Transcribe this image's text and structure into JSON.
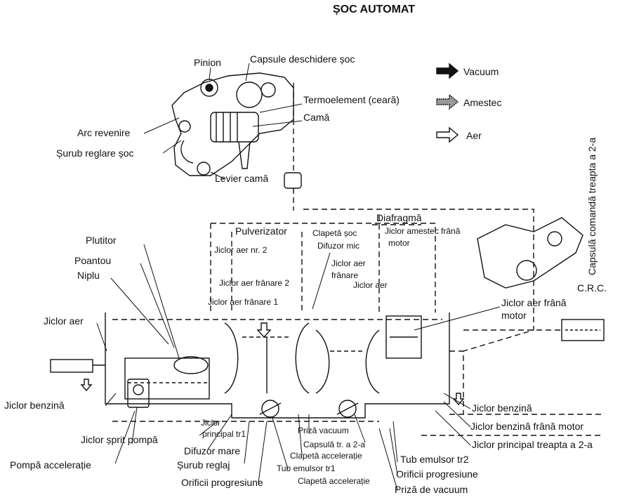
{
  "title": "ȘOC AUTOMAT",
  "legend": {
    "vacuum": "Vacuum",
    "amestec": "Amestec",
    "aer": "Aer"
  },
  "labels": {
    "pinion": "Pinion",
    "capsule_deschidere_soc": "Capsule deschidere șoc",
    "termoelement": "Termoelement (ceară)",
    "cama": "Camă",
    "arc_revenire": "Arc revenire",
    "surub_reglare_soc": "Șurub reglare șoc",
    "levier_cama": "Levier camă",
    "capsula_comanda": "Capsulă comandă treapta a 2-a",
    "diafragma": "Diafragmă",
    "pulverizator": "Pulverizator",
    "clapeta_soc": "Clapetă șoc",
    "difuzor_mic": "Difuzor mic",
    "jiclor_amestec_frana_motor_1": "Jiclor amestec frână",
    "jiclor_amestec_frana_motor_2": "motor",
    "plutitor": "Plutitor",
    "jiclor_aer_nr2": "Jiclor aer nr. 2",
    "poantou": "Poantou",
    "jiclor_aer_franare_1": "Jiclor aer",
    "jiclor_aer_franare_2": "frânare",
    "niplu": "Niplu",
    "jiclor_aer_franare2": "Jiclor aer frânare 2",
    "jiclor_aer_mid": "Jiclor aer",
    "crc": "C.R.C.",
    "jiclor_aer_franare1": "Jiclor aer frânare 1",
    "jiclor_aer_frana_motor_1": "Jiclor aer frână",
    "jiclor_aer_frana_motor_2": "motor",
    "jiclor_aer": "Jiclor aer",
    "jiclor_benzina_left": "Jiclor benzină",
    "jiclor_benzina_right": "Jiclor benzină",
    "jiclor_benzina_frana_motor": "Jiclor benzină frână motor",
    "jiclor_principal_tr2": "Jiclor principal treapta a 2-a",
    "jiclor_principal_tr1_a": "Jiclor",
    "jiclor_principal_tr1_b": "principal tr1",
    "priza_vacuum": "Priză vacuum",
    "jiclor_sprit_pompa": "Jiclor șprit pompă",
    "difuzor_mare": "Difuzor mare",
    "capsula_tr2": "Capsulă tr. a 2-a",
    "clapeta_acceleratie_1": "Clapetă accelerație",
    "pompa_acceleratie": "Pompă accelerație",
    "surub_reglaj": "Șurub reglaj",
    "tub_emulsor_tr1": "Tub emulsor tr1",
    "tub_emulsor_tr2": "Tub emulsor tr2",
    "orificii_progresiune_right": "Orificii progresiune",
    "orificii_progresiune_left": "Orificii progresiune",
    "clapeta_acceleratie_2": "Clapetă accelerație",
    "priza_de_vacuum": "Priză de vacuum"
  }
}
